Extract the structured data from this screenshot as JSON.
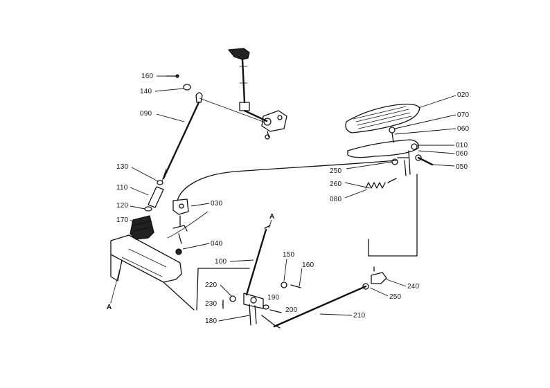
{
  "labels": {
    "l160a": "160",
    "l140": "140",
    "l090": "090",
    "l130": "130",
    "l110": "110",
    "l120": "120",
    "l170": "170",
    "l030": "030",
    "l040": "040",
    "l100": "100",
    "l150": "150",
    "l160b": "160",
    "l220": "220",
    "l190": "190",
    "l230": "230",
    "l200": "200",
    "l180": "180",
    "l210": "210",
    "l240": "240",
    "l250b": "250",
    "l020": "020",
    "l070": "070",
    "l060a": "060",
    "l010": "010",
    "l060b": "060",
    "l050": "050",
    "l250a": "250",
    "l260": "260",
    "l080": "080",
    "secA1": "A",
    "secA2": "A"
  }
}
